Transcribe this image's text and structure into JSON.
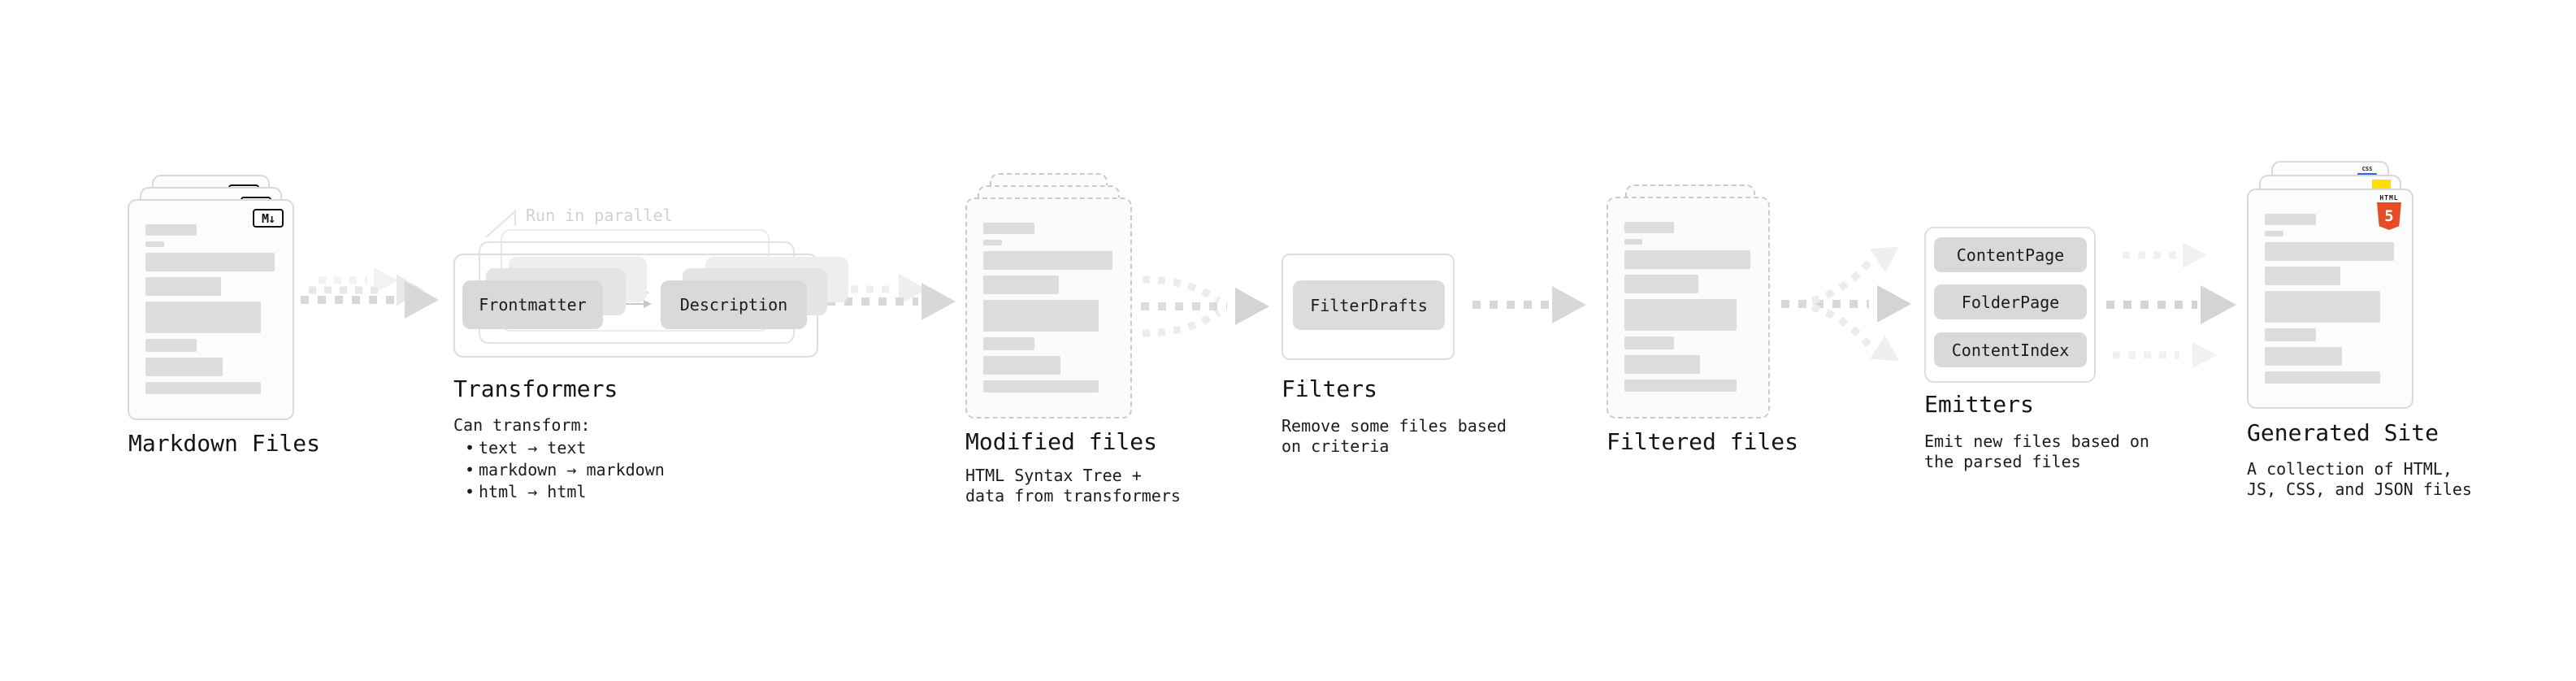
{
  "stages": {
    "markdown": {
      "label": "Markdown Files",
      "badge": "M↓"
    },
    "transformers": {
      "label": "Transformers",
      "note": "Run in parallel",
      "box1": "Frontmatter",
      "box2": "Description",
      "list_title": "Can transform:",
      "bullet": "•",
      "items": [
        "text → text",
        "markdown → markdown",
        "html → html"
      ]
    },
    "modified": {
      "label": "Modified files",
      "sublines": [
        "HTML Syntax Tree +",
        "data from transformers"
      ]
    },
    "filters": {
      "label": "Filters",
      "box1": "FilterDrafts",
      "sublines": [
        "Remove some files based",
        "on criteria"
      ]
    },
    "filtered": {
      "label": "Filtered files"
    },
    "emitters": {
      "label": "Emitters",
      "boxes": [
        "ContentPage",
        "FolderPage",
        "ContentIndex"
      ],
      "sublines": [
        "Emit new files based on",
        "the parsed files"
      ]
    },
    "generated": {
      "label": "Generated Site",
      "sublines": [
        "A collection of HTML,",
        "JS, CSS, and JSON files"
      ],
      "css_badge": "CSS",
      "html_badge_top": "HTML",
      "html_badge_number": "5"
    }
  },
  "colors": {
    "html5_orange": "#e44d26",
    "js_yellow": "#ffdf00",
    "css_blue": "#2965f1",
    "ink": "#161616"
  }
}
